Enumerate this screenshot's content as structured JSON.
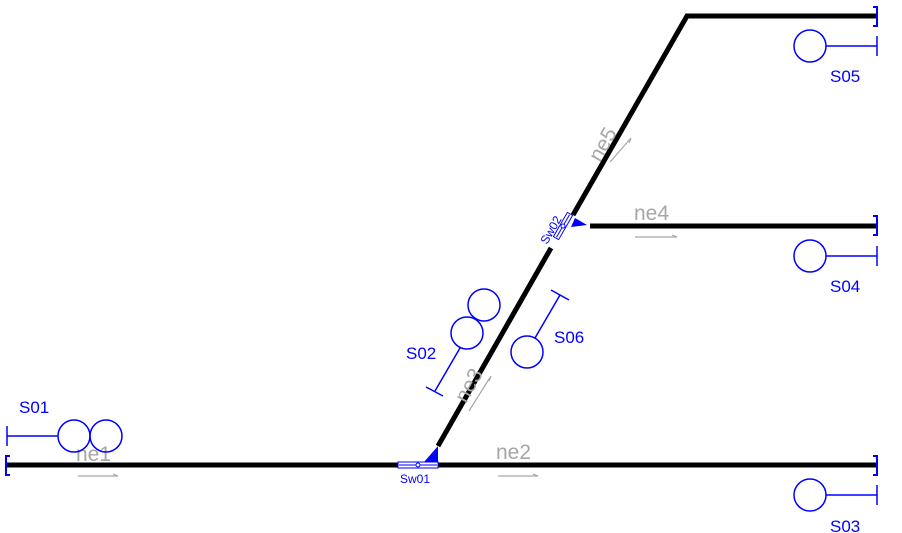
{
  "colors": {
    "track": "#000000",
    "signal": "#0000ff",
    "track_label": "#a6a6a6",
    "background": "#ffffff"
  },
  "signals": [
    {
      "id": "s01",
      "label": "S01",
      "icon": "signal-icon"
    },
    {
      "id": "s02",
      "label": "S02",
      "icon": "signal-icon"
    },
    {
      "id": "s03",
      "label": "S03",
      "icon": "signal-icon"
    },
    {
      "id": "s04",
      "label": "S04",
      "icon": "signal-icon"
    },
    {
      "id": "s05",
      "label": "S05",
      "icon": "signal-icon"
    },
    {
      "id": "s06",
      "label": "S06",
      "icon": "signal-icon"
    }
  ],
  "switches": [
    {
      "id": "sw01",
      "label": "Sw01"
    },
    {
      "id": "sw02",
      "label": "Sw02"
    }
  ],
  "tracks": [
    {
      "id": "ne1",
      "label": "ne1"
    },
    {
      "id": "ne2",
      "label": "ne2"
    },
    {
      "id": "ne3",
      "label": "ne3"
    },
    {
      "id": "ne4",
      "label": "ne4"
    },
    {
      "id": "ne5",
      "label": "ne5"
    }
  ]
}
